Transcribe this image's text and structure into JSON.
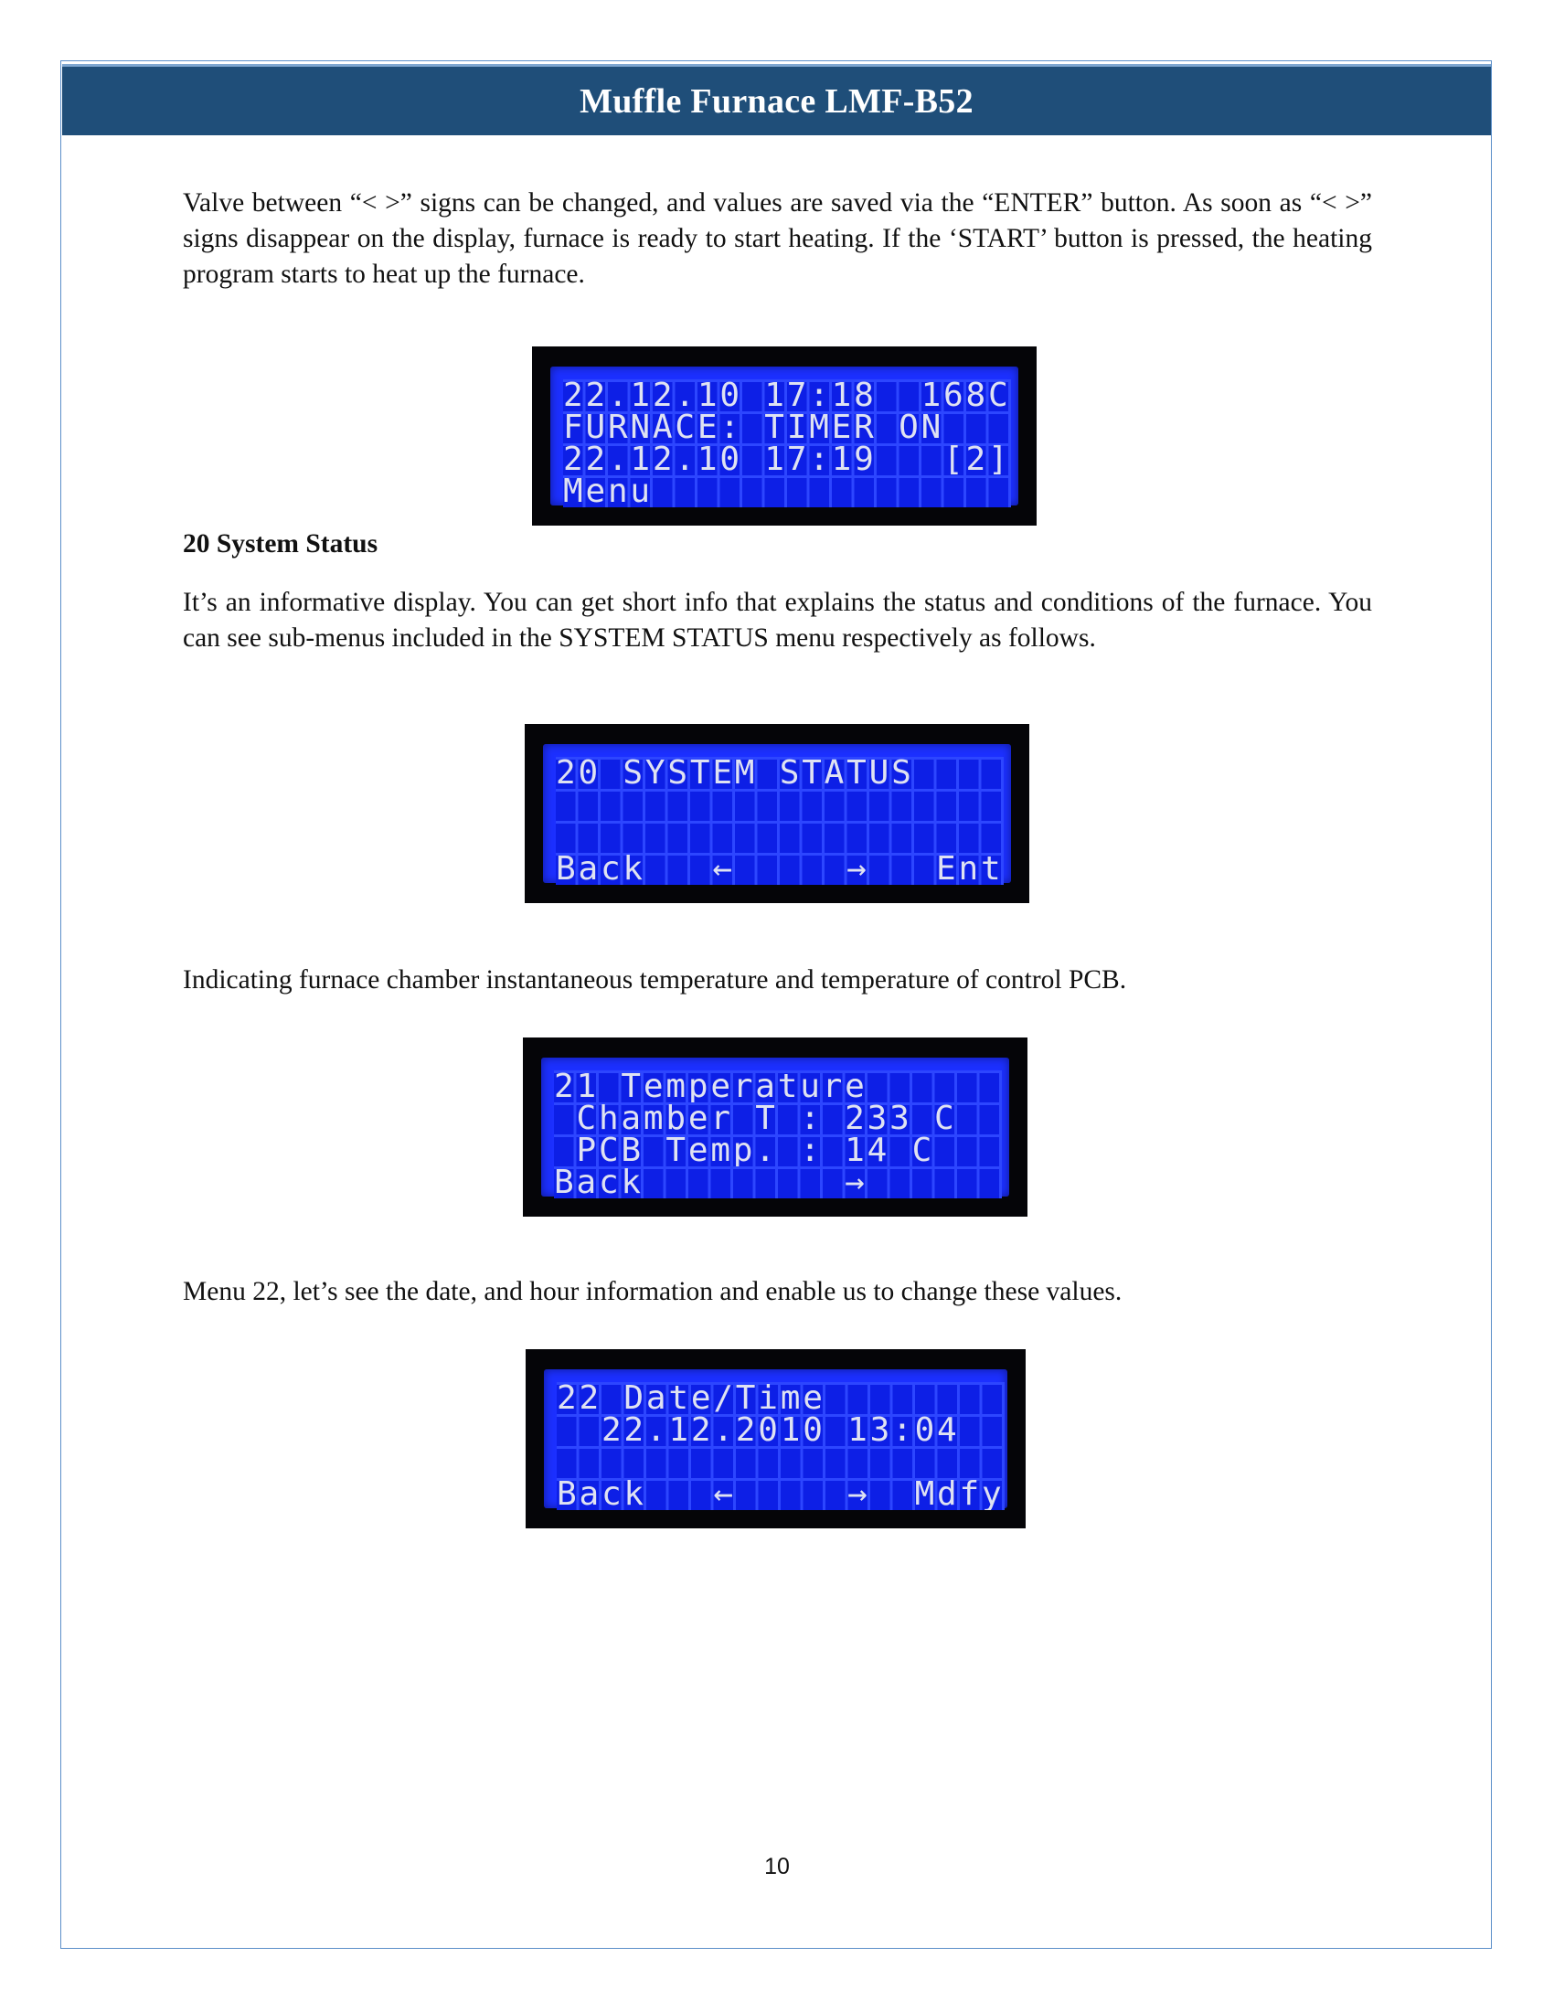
{
  "header": {
    "title": "Muffle Furnace LMF-B52"
  },
  "paragraphs": {
    "intro": "Valve between “< >” signs can be changed, and values are saved via the “ENTER” button. As soon as “< >” signs disappear on the display, furnace is ready to start heating. If the ‘START’ button is pressed, the heating program starts to heat up the furnace.",
    "system_status": "It’s an informative display. You can get short info that explains the status and conditions of the furnace. You can see sub-menus included in the SYSTEM STATUS menu respectively as follows.",
    "temperature": "Indicating furnace chamber instantaneous temperature and temperature of control PCB.",
    "datetime": "Menu 22, let’s see the date, and hour information and enable us to change these values."
  },
  "section_heading": "20 System Status",
  "lcd_displays": [
    {
      "rows": [
        "22.12.10 17:18  168C",
        "FURNACE: TIMER ON",
        "22.12.10 17:19   [2]",
        "Menu"
      ]
    },
    {
      "rows": [
        "20 SYSTEM STATUS",
        "",
        "",
        "Back   ←     →   Ent"
      ]
    },
    {
      "rows": [
        "21 Temperature",
        " Chamber T : 233 C",
        " PCB Temp. : 14 C",
        "Back         →"
      ]
    },
    {
      "rows": [
        "22 Date/Time",
        "  22.12.2010 13:04",
        "",
        "Back   ←     →  Mdfy"
      ]
    }
  ],
  "page_number": "10",
  "colors": {
    "header_bg": "#1f4e79",
    "lcd_blue": "#1c30ff",
    "frame": "#5b8fc9"
  }
}
